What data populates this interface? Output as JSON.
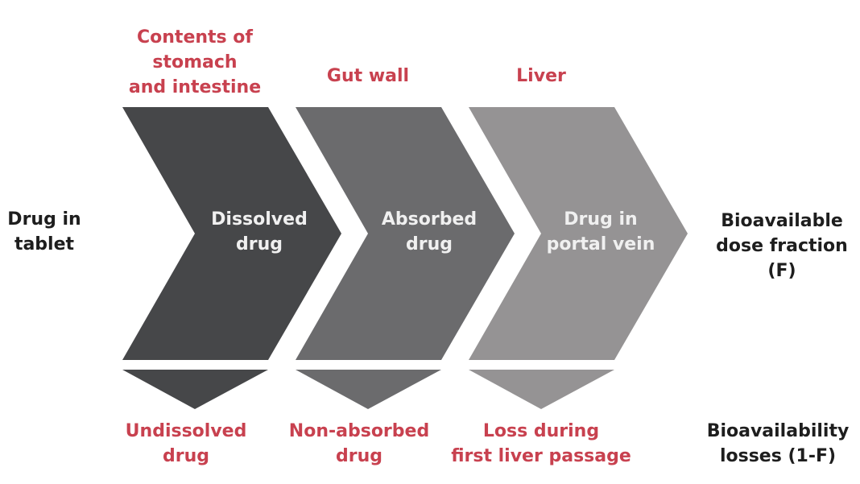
{
  "colors": {
    "stage1": "#464749",
    "stage2": "#6b6b6d",
    "stage3": "#959394",
    "accent": "#c8414f",
    "text": "#1e1e1e"
  },
  "left_label": [
    "Drug in",
    "tablet"
  ],
  "right_label": [
    "Bioavailable",
    "dose fraction",
    "(F)"
  ],
  "losses_label": [
    "Bioavailability",
    "losses (1-F)"
  ],
  "stages": [
    {
      "site": [
        "Contents of",
        "stomach",
        "and intestine"
      ],
      "state": [
        "Dissolved",
        "drug"
      ],
      "loss": [
        "Undissolved",
        "drug"
      ]
    },
    {
      "site": [
        "Gut wall"
      ],
      "state": [
        "Absorbed",
        "drug"
      ],
      "loss": [
        "Non-absorbed",
        "drug"
      ]
    },
    {
      "site": [
        "Liver"
      ],
      "state": [
        "Drug in",
        "portal vein"
      ],
      "loss": [
        "Loss during",
        "first liver passage"
      ]
    }
  ]
}
